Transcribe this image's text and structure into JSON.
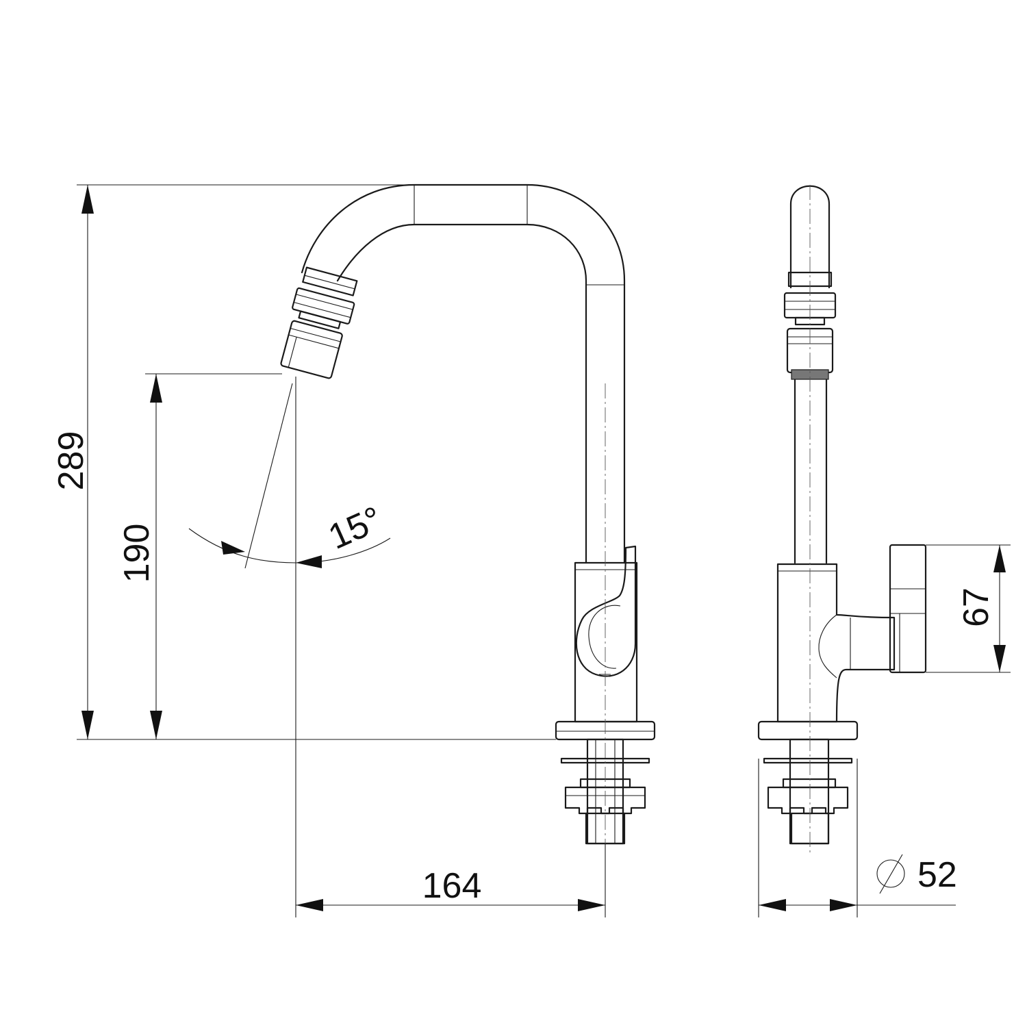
{
  "dimensions": {
    "overall_height": "289",
    "outlet_height": "190",
    "spray_angle": "15°",
    "spout_reach": "164",
    "handle_height": "67",
    "base_diameter": "52"
  },
  "symbols": {
    "diameter": "diameter-icon"
  }
}
